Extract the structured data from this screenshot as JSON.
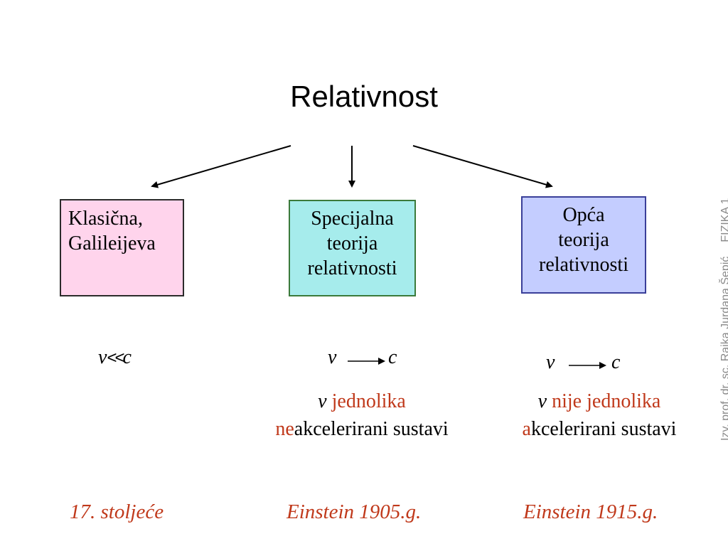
{
  "title": "Relativnost",
  "boxes": {
    "klasicna": {
      "line1": "Klasična,",
      "line2": "Galileijeva",
      "color": "#ffd4ec"
    },
    "specijalna": {
      "line1": "Specijalna",
      "line2": "teorija",
      "line3": "relativnosti",
      "color": "#a6ecec"
    },
    "opca": {
      "line1": "Opća",
      "line2": "teorija",
      "line3": "relativnosti",
      "color": "#c4cdff"
    }
  },
  "formulas": {
    "klasicna": {
      "v": "v",
      "rel": "<<",
      "c": "c"
    },
    "specijalna": {
      "v": "v",
      "c": "c"
    },
    "opca": {
      "v": "v",
      "c": "c"
    }
  },
  "specijalna_text": {
    "v": "v",
    "word": "jednolika",
    "prefix": "ne",
    "rest": "akcelerirani sustavi"
  },
  "opca_text": {
    "v": "v",
    "word1": "nije",
    "word2": "jednolika",
    "prefix": "a",
    "rest": "kcelerirani sustavi"
  },
  "eras": {
    "klasicna": "17. stoljeće",
    "specijalna": "Einstein 1905.g.",
    "opca": "Einstein 1915.g."
  },
  "side_label": {
    "author": "Izv. prof. dr. sc. Rajka Jurdana Šepić",
    "course": "FIZIKA 1"
  },
  "accent_color": "#c0391b"
}
